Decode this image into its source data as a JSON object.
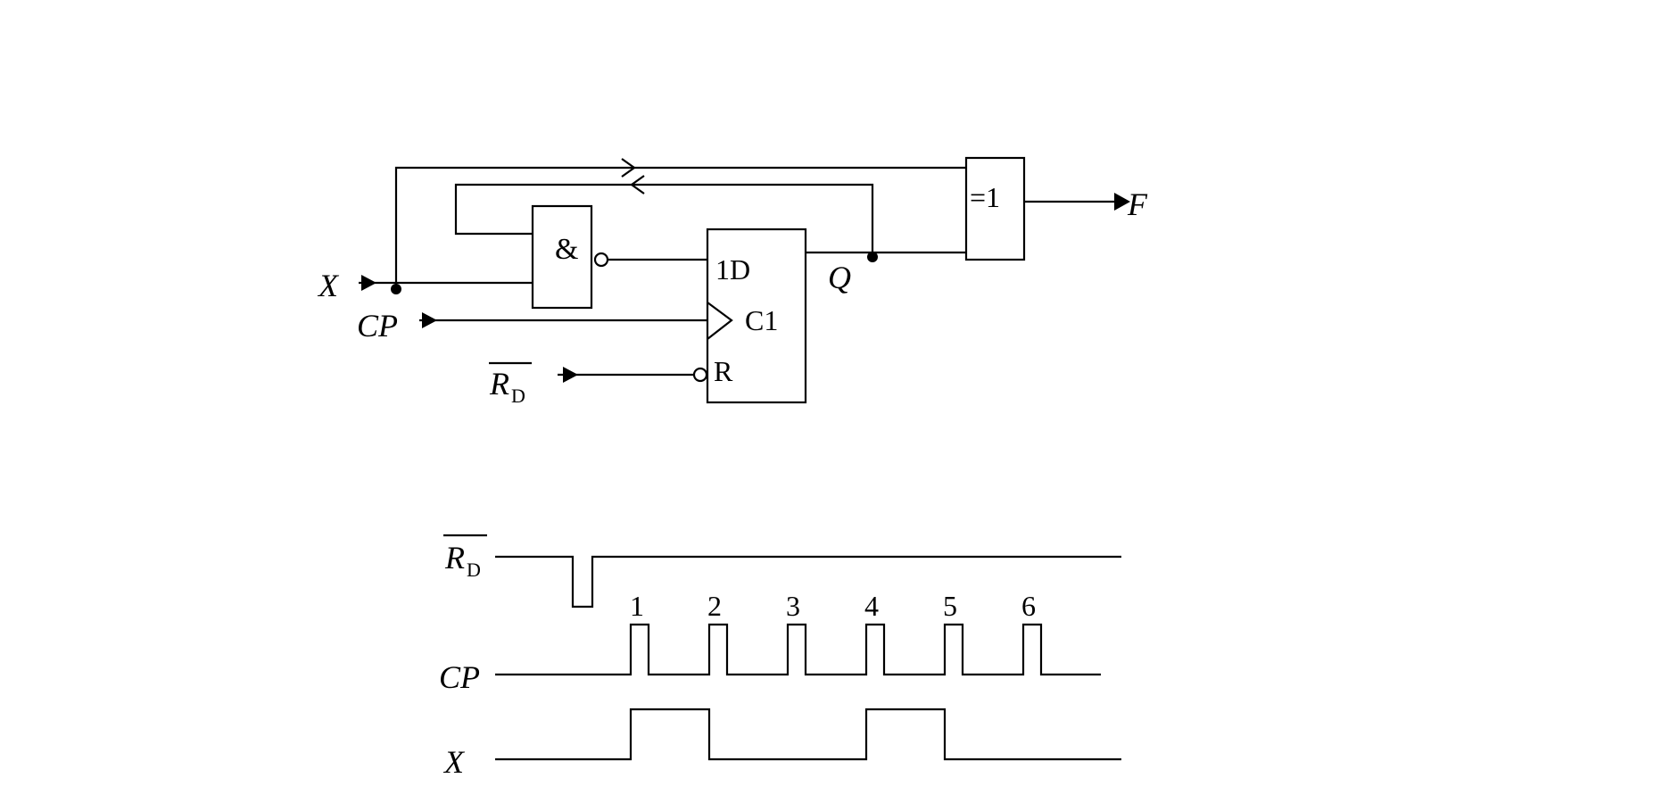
{
  "circuit": {
    "and_gate": "&",
    "xor_gate": "=1",
    "dff": {
      "d_pin": "1D",
      "clock_pin": "C1",
      "reset_pin": "R"
    },
    "inputs": {
      "x": "X",
      "cp": "CP",
      "rd_main": "R",
      "rd_sub": "D"
    },
    "outputs": {
      "q": "Q",
      "f": "F"
    }
  },
  "waveforms": {
    "rd": {
      "name": "R",
      "sub": "D",
      "levels": "high, brief low pulse after reset, then high"
    },
    "cp": {
      "name": "CP",
      "pulse_labels": [
        "1",
        "2",
        "3",
        "4",
        "5",
        "6"
      ]
    },
    "x": {
      "name": "X",
      "high_intervals": [
        "pulse 1 to pulse 2",
        "pulse 4 to pulse 5"
      ]
    }
  }
}
